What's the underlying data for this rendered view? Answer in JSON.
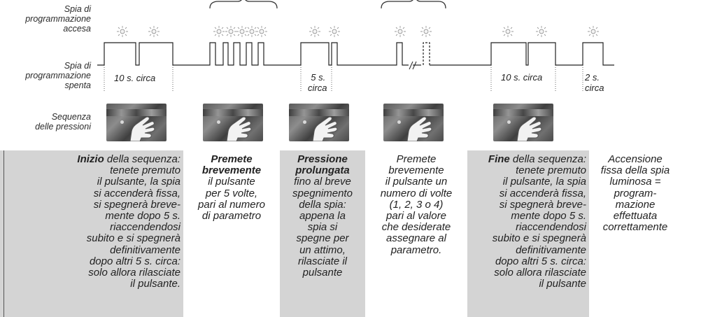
{
  "row_labels": {
    "led_on": [
      "Spia di",
      "programmazione",
      "accesa"
    ],
    "led_off": [
      "Spia di",
      "programmazione",
      "spenta"
    ],
    "press_sequence": [
      "Sequenza",
      "delle pressioni"
    ]
  },
  "waveform_labels": {
    "t1": "10 s. circa",
    "t2_line1": "5 s.",
    "t2_line2": "circa",
    "t3": "10 s. circa",
    "t4_line1": "2 s.",
    "t4_line2": "circa"
  },
  "photo_icons": [
    "hand-pressing-button-icon",
    "hand-pressing-button-icon",
    "hand-pressing-button-icon",
    "hand-pressing-button-icon",
    "hand-pressing-button-icon"
  ],
  "colors": {
    "panel_gray": "#d4d4d4",
    "text": "#222222",
    "led_ray": "#999999"
  },
  "columns": [
    {
      "align": "right",
      "lines": [
        {
          "bold": "Inizio",
          "text": " della sequenza:"
        },
        {
          "text": "tenete premuto"
        },
        {
          "text": "il pulsante, la spia"
        },
        {
          "text": "si accenderà fissa,"
        },
        {
          "text": "si spegnerà breve-"
        },
        {
          "text": "mente dopo 5 s."
        },
        {
          "text": "riaccendendosi"
        },
        {
          "text": "subito e si spegnerà"
        },
        {
          "text": "definitivamente"
        },
        {
          "text": "dopo altri 5 s. circa:"
        },
        {
          "text": "solo allora rilasciate"
        },
        {
          "text": "il pulsante."
        }
      ]
    },
    {
      "align": "center",
      "lines": [
        {
          "bold": "Premete"
        },
        {
          "bold": "brevemente"
        },
        {
          "text": "il pulsante"
        },
        {
          "text": "per 5 volte,"
        },
        {
          "text": "pari al numero"
        },
        {
          "text": "di parametro"
        }
      ]
    },
    {
      "align": "center",
      "lines": [
        {
          "bold": "Pressione"
        },
        {
          "bold": "prolungata"
        },
        {
          "text": "fino al breve"
        },
        {
          "text": "spegnimento"
        },
        {
          "text": "della spia:"
        },
        {
          "text": "appena la"
        },
        {
          "text": "spia si"
        },
        {
          "text": "spegne per"
        },
        {
          "text": "un attimo,"
        },
        {
          "text": "rilasciate il"
        },
        {
          "text": "pulsante"
        }
      ]
    },
    {
      "align": "center",
      "lines": [
        {
          "text": "Premete"
        },
        {
          "text": "brevemente"
        },
        {
          "text": "il pulsante un"
        },
        {
          "text": "numero di volte"
        },
        {
          "text": "(1, 2, 3 o 4)"
        },
        {
          "text": "pari al valore"
        },
        {
          "text": "che desiderate"
        },
        {
          "text": "assegnare al"
        },
        {
          "text": "parametro."
        }
      ]
    },
    {
      "align": "right",
      "lines": [
        {
          "bold": "Fine",
          "text": " della sequenza:"
        },
        {
          "text": "tenete premuto"
        },
        {
          "text": "il pulsante, la spia"
        },
        {
          "text": "si accenderà fissa,"
        },
        {
          "text": "si spegnerà breve-"
        },
        {
          "text": "mente dopo 5 s."
        },
        {
          "text": "riaccendendosi"
        },
        {
          "text": "subito e si spegnerà"
        },
        {
          "text": "definitivamente"
        },
        {
          "text": "dopo altri 5 s. circa:"
        },
        {
          "text": "solo allora rilasciate"
        },
        {
          "text": "il pulsante"
        }
      ]
    },
    {
      "align": "center",
      "lines": [
        {
          "text": "Accensione"
        },
        {
          "text": "fissa della spia"
        },
        {
          "text": "luminosa ="
        },
        {
          "text": "program-"
        },
        {
          "text": "mazione"
        },
        {
          "text": "effettuata"
        },
        {
          "text": "correttamente"
        }
      ]
    }
  ]
}
